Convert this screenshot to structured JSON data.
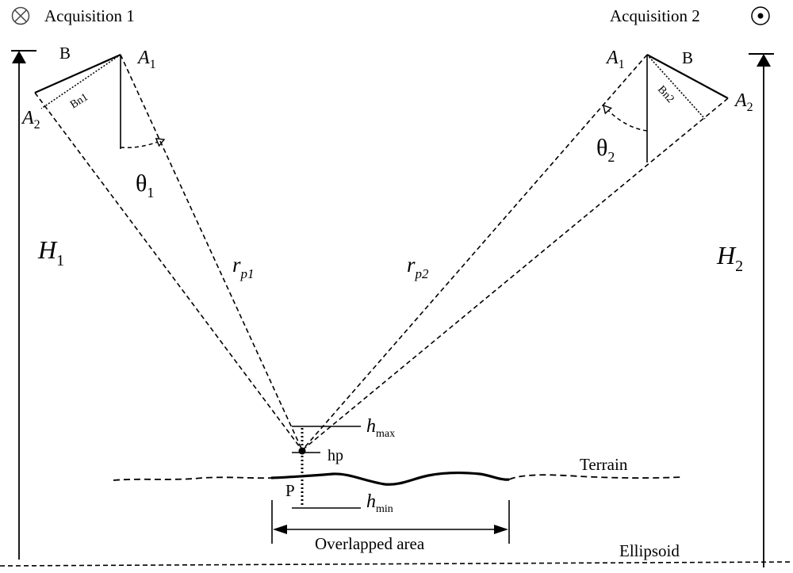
{
  "acquisition_1": {
    "label": "Acquisition 1",
    "icon": "cross-circle-icon"
  },
  "acquisition_2": {
    "label": "Acquisition 2",
    "icon": "dot-circle-icon"
  },
  "left": {
    "baseline": "B",
    "a1": "A",
    "a1_sub": "1",
    "a2": "A",
    "a2_sub": "2",
    "bn": "Bn1",
    "theta": "θ",
    "theta_sub": "1",
    "h": "H",
    "h_sub": "1",
    "r": "r",
    "r_sub": "p1"
  },
  "right": {
    "baseline": "B",
    "a1": "A",
    "a1_sub": "1",
    "a2": "A",
    "a2_sub": "2",
    "bn": "Bn2",
    "theta": "θ",
    "theta_sub": "2",
    "h": "H",
    "h_sub": "2",
    "r": "r",
    "r_sub": "p2"
  },
  "ground": {
    "hmax": "h",
    "hmax_sub": "max",
    "hp": "hp",
    "hmin": "h",
    "hmin_sub": "min",
    "p": "P",
    "terrain": "Terrain",
    "overlap": "Overlapped area",
    "ellipsoid": "Ellipsoid"
  }
}
